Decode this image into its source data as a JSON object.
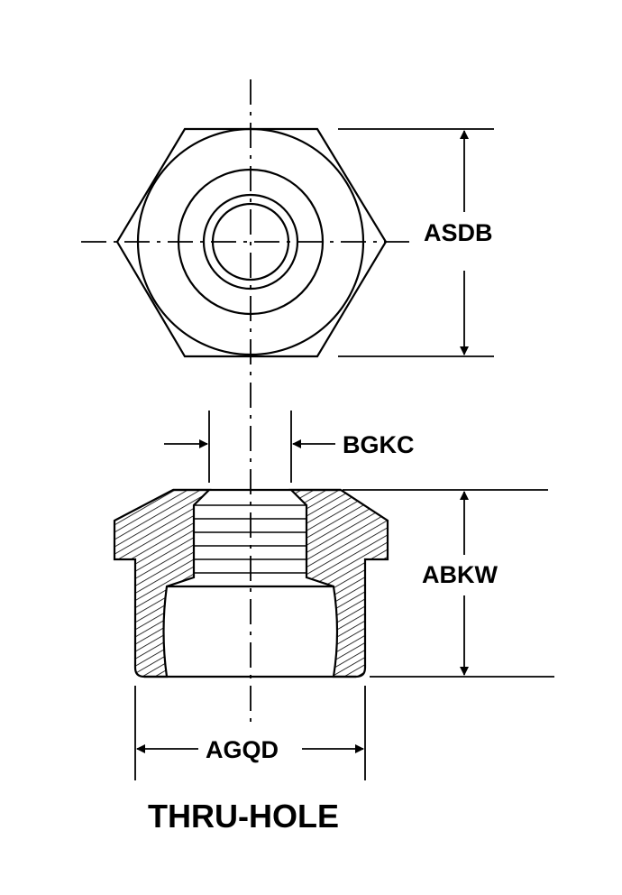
{
  "dimensions": {
    "hex_width": "ASDB",
    "thread_diameter": "BGKC",
    "height": "ABKW",
    "body_diameter": "AGQD"
  },
  "caption": "THRU-HOLE"
}
